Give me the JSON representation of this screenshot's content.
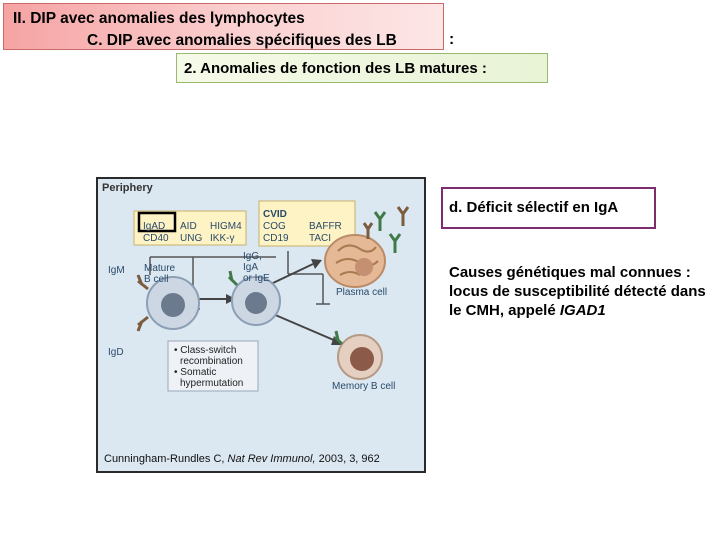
{
  "header": {
    "line1": "II. DIP avec anomalies des lymphocytes",
    "line2": "C. DIP avec anomalies spécifiques des LB",
    "line2_colon": ":"
  },
  "subheader": {
    "text": "2. Anomalies de fonction des LB matures :"
  },
  "figure": {
    "periphery_label": "Periphery",
    "defect_box1": {
      "igad": "IgAD",
      "cd40": "CD40",
      "aid": "AID",
      "ung": "UNG",
      "higm4": "HIGM4",
      "ikk": "IKK-γ"
    },
    "defect_box2": {
      "cvid": "CVID",
      "cog": "COG",
      "cd19": "CD19",
      "baffr": "BAFFR",
      "taci": "TACI"
    },
    "igm": "IgM",
    "igd": "IgD",
    "mature_cell": "Mature B cell",
    "igg_line1": "IgG,",
    "igg_line2": "IgA",
    "igg_line3": "or IgE",
    "plasma_cell": "Plasma cell",
    "memory_cell": "Memory B cell",
    "bullet1_line1": "• Class-switch",
    "bullet1_line2": "recombination",
    "bullet2_line1": "• Somatic",
    "bullet2_line2": "hypermutation",
    "citation_authors": "Cunningham-Rundles C,",
    "citation_journal": "Nat Rev Immunol,",
    "citation_ref": "2003, 3, 962"
  },
  "deficit_box": {
    "text": "d. Déficit sélectif en IgA"
  },
  "causes": {
    "text": "Causes génétiques mal connues : locus de susceptibilité détecté dans le CMH, appelé",
    "gene": "IGAD1"
  },
  "colors": {
    "figure_bg": "#dce8f1",
    "header_bg": "#f6a3a3",
    "subheader_border": "#9ab86f",
    "deficit_border": "#7b2d6e"
  }
}
